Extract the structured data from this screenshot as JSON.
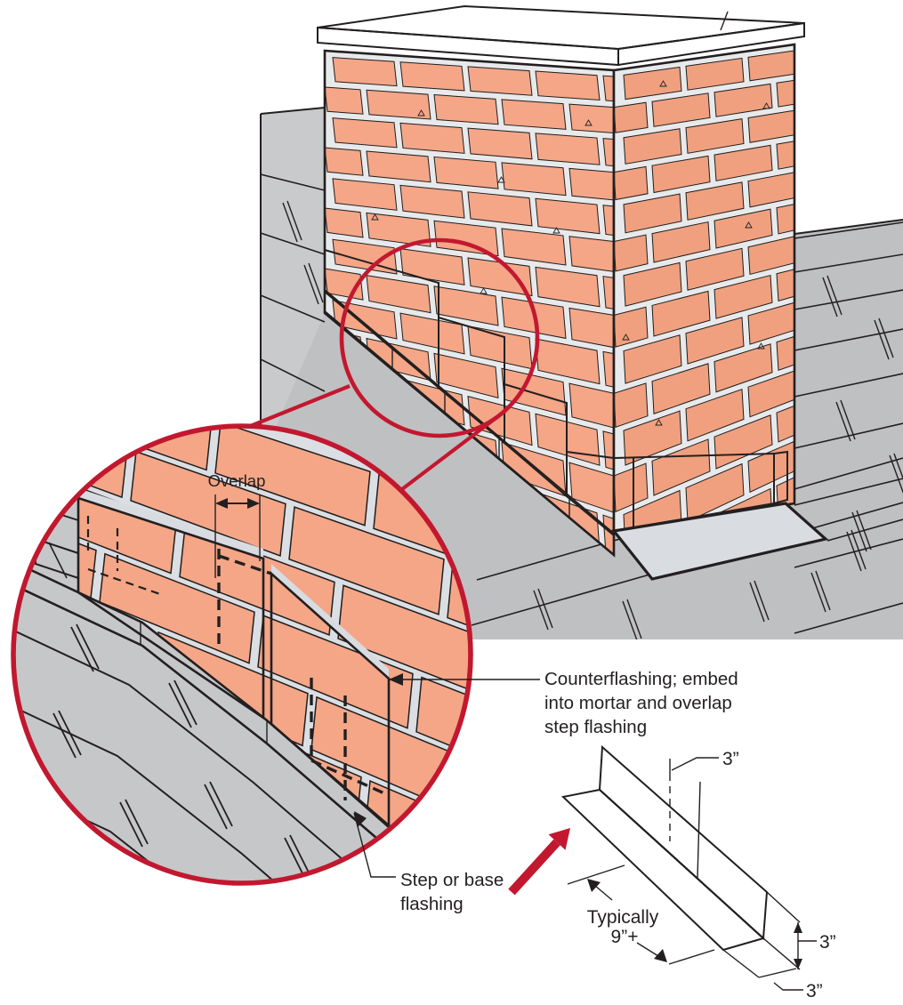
{
  "diagram": {
    "type": "construction-illustration",
    "subject": "Chimney step flashing and counterflashing detail"
  },
  "labels": {
    "overlap": "Overlap",
    "counterflashing": {
      "l1": "Counterflashing; embed",
      "l2": "into mortar and overlap",
      "l3": "step flashing"
    },
    "step_flashing": {
      "l1": "Step or base",
      "l2": "flashing"
    },
    "typical_size": {
      "l1": "Typically",
      "l2": "9”+"
    },
    "dim_top": "3”",
    "dim_right": "3”",
    "dim_bottom": "3”"
  },
  "colors": {
    "ink": "#231f20",
    "line": "#1e1e1e",
    "brick": "#f4a687",
    "brick_right": "#f0a07e",
    "mortar": "#e8e9eb",
    "circle_mortar": "#dbdee2",
    "roof": "#bfc0c2",
    "roof_left": "#c9cacc",
    "shingle_circle": "#c6c7c9",
    "dark_flashing": "#666b73",
    "dark_flashing_deep": "#575c63",
    "light_flashing": "#d6dadf",
    "apron": "#d9dde2",
    "hem_mortar": "#d8dbdf",
    "cap_top": "#8f9296",
    "cap_skirt_left": "#6a6d71",
    "cap_skirt_right": "#54575b",
    "detail_face": "#cdd2d8",
    "detail_base": "#c5cad0",
    "accent_red": "#c2182f"
  }
}
